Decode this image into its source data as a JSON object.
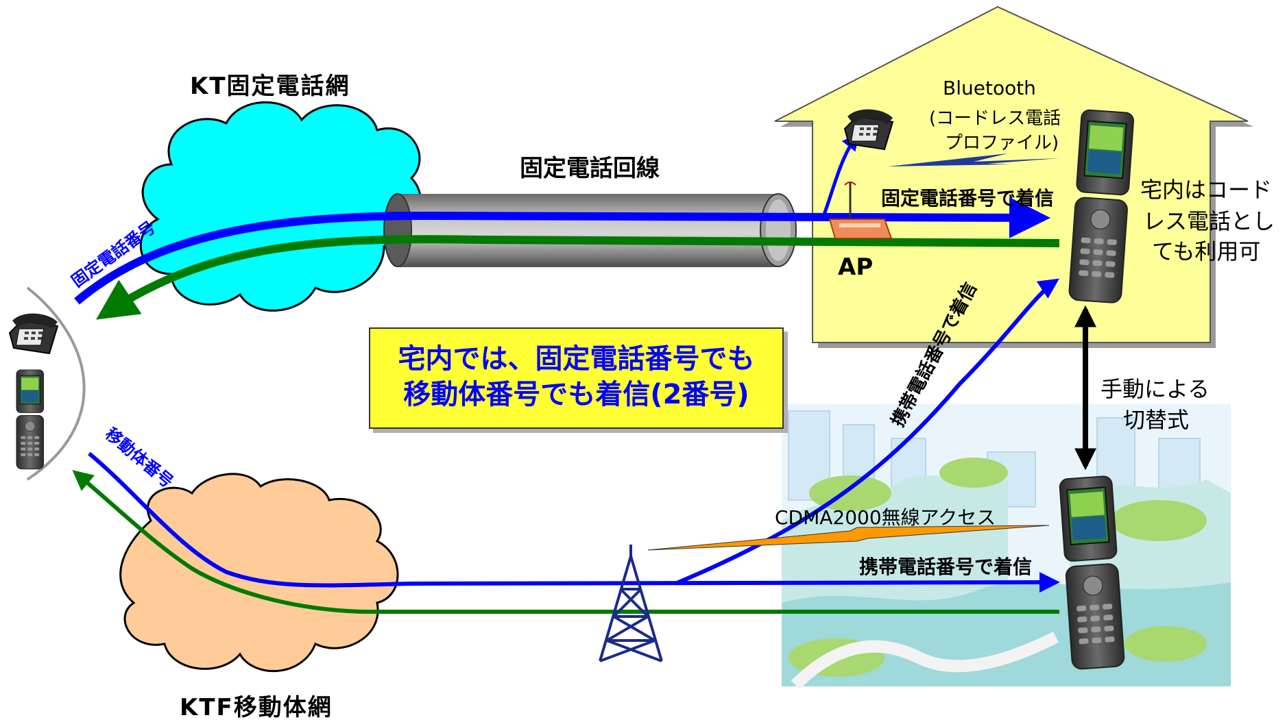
{
  "labels": {
    "kt_fixed_net": "KT固定電話網",
    "ktf_mobile_net": "KTF移動体網",
    "fixed_line": "固定電話回線",
    "bluetooth": "Bluetooth",
    "bt_profile_1": "(コードレス電話",
    "bt_profile_2": "プロファイル)",
    "ap": "AP",
    "home_note_1": "宅内はコード",
    "home_note_2": "レス電話とし",
    "home_note_3": "ても利用可",
    "switch_note_1": "手動による",
    "switch_note_2": "切替式",
    "cdma": "CDMA2000無線アクセス",
    "recv_fixed": "固定電話番号で着信",
    "recv_mobile": "携帯電話番号で着信",
    "recv_mobile_diag": "携帯電話番号で着信",
    "fixed_number": "固定電話番号",
    "mobile_number": "移動体番号",
    "callout_line1": "宅内では、固定電話番号でも",
    "callout_line2": "移動体番号でも着信(2番号)"
  },
  "colors": {
    "fixed_signal": "#0000ff",
    "return_signal": "#007a00",
    "fixed_cloud": "#00ffff",
    "mobile_cloud": "#ffcc99",
    "house": "#ffff99",
    "callout": "#ffff33",
    "tower": "#1a2a8a"
  },
  "icons": [
    "telephone-icon",
    "mobile-phone-icon",
    "wireless-ap-icon",
    "cell-tower-icon",
    "lightning-bolt-icon",
    "city-scene-icon"
  ]
}
